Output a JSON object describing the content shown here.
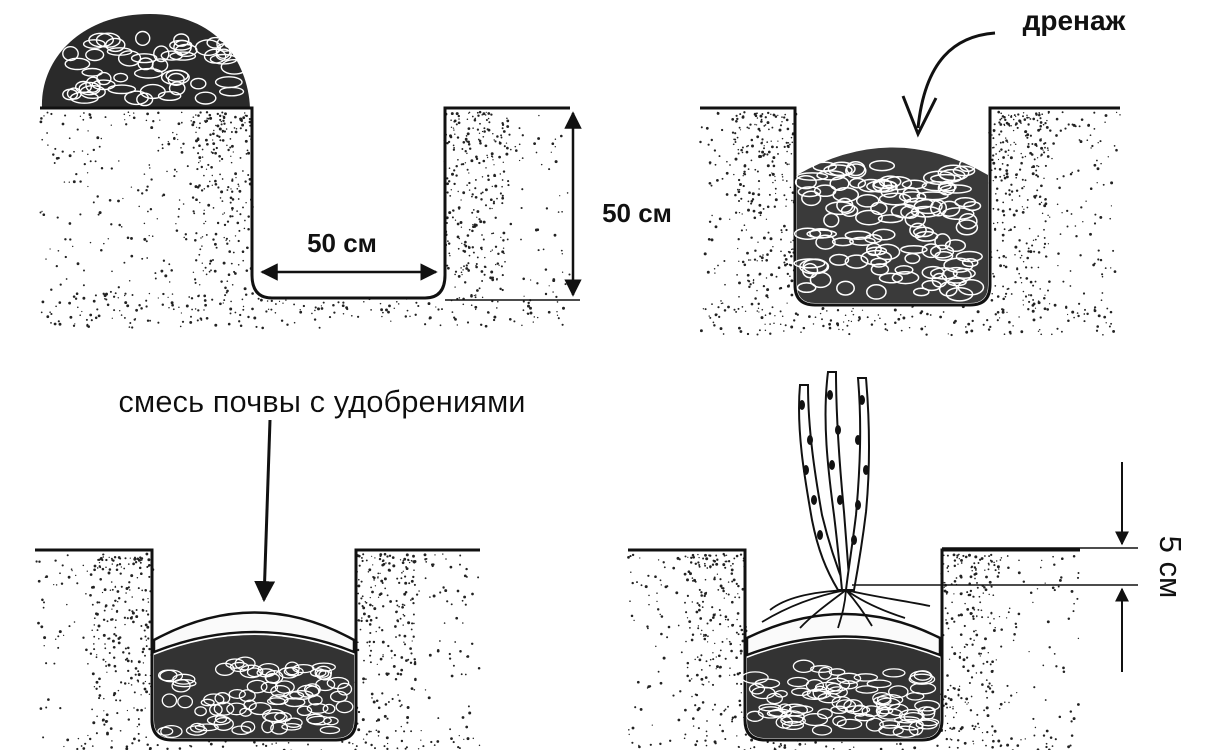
{
  "labels": {
    "width": "50 см",
    "depth": "50 см",
    "drainage": "дренаж",
    "soil_mix": "смесь почвы с удобрениями",
    "root_collar": "5 см"
  },
  "colors": {
    "ink": "#111111",
    "background": "#ffffff",
    "label_halo": "#ffffff"
  },
  "scenes": [
    "pit-dug",
    "drainage-layer",
    "soil-mix-layer",
    "seedling-planted"
  ]
}
